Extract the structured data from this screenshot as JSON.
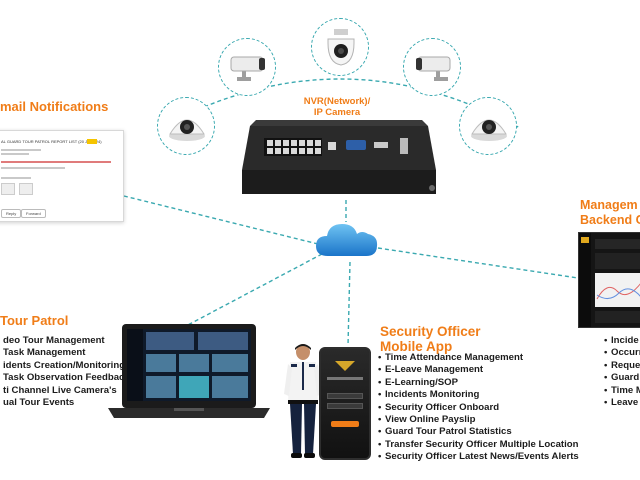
{
  "email_section": {
    "title": "mail Notifications",
    "report_header": "AL GUARD TOUR PATROL REPORT LIST (20 Jul 2024)",
    "button_labels": [
      "Reply",
      "Forward"
    ]
  },
  "nvr_label": {
    "line1": "NVR(Network)/",
    "line2": "IP Camera"
  },
  "management_section": {
    "line1": "Managem",
    "line2": "Backend C",
    "items": [
      "Incide",
      "Occurr",
      "Reques",
      "Guard",
      "Time M",
      "Leave"
    ]
  },
  "tour_section": {
    "title": "Tour Patrol",
    "items": [
      "deo Tour Management",
      "Task Management",
      "idents Creation/Monitoring",
      "Task Observation Feedback",
      "ti Channel Live Camera's",
      "ual Tour Events"
    ]
  },
  "officer_section": {
    "title_line1": "Security Officer",
    "title_line2": "Mobile App",
    "items": [
      "Time Attendance Management",
      "E-Leave Management",
      "E-Learning/SOP",
      "Incidents Monitoring",
      "Security Officer Onboard",
      "View Online Payslip",
      "Guard Tour Patrol Statistics",
      "Transfer Security Officer Multiple Location",
      "Security Officer Latest News/Events Alerts"
    ]
  },
  "icons": [
    "dome-camera-icon",
    "bullet-camera-icon",
    "ptz-camera-icon",
    "cloud-icon",
    "nvr-device-icon",
    "laptop-icon",
    "phone-icon",
    "security-guard-icon",
    "dashboard-monitor-icon"
  ],
  "colors": {
    "accent_orange": "#f07d18",
    "connector_teal": "#3aa9b0",
    "cloud_blue": "#1e88d6"
  }
}
